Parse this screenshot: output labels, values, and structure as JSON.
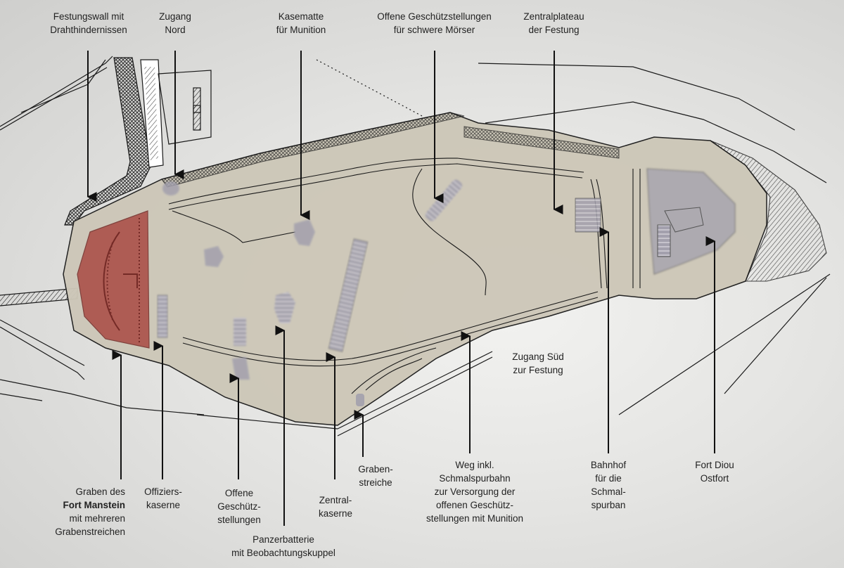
{
  "map": {
    "subject": "Festungsplan Fort Manstein / Fort Diou",
    "colors": {
      "background": "#e6e6e4",
      "plateau_fill": "#cdc7b8",
      "fort_manstein_ditch_highlight": "#a8453f",
      "structure_highlight": "#a3a0ad",
      "ink": "#1a1a1a"
    }
  },
  "labels_top": [
    {
      "id": "festungswall",
      "lines": [
        "Festungswall mit",
        "Drahthindernissen"
      ]
    },
    {
      "id": "zugang-nord",
      "lines": [
        "Zugang",
        "Nord"
      ]
    },
    {
      "id": "kasematte",
      "lines": [
        "Kasematte",
        "für Munition"
      ]
    },
    {
      "id": "geschuetzstellungen-moerser",
      "lines": [
        "Offene Geschützstellungen",
        "für schwere Mörser"
      ]
    },
    {
      "id": "zentralplateau",
      "lines": [
        "Zentralplateau",
        "der Festung"
      ]
    }
  ],
  "labels_middle": [
    {
      "id": "zugang-sued",
      "lines": [
        "Zugang Süd",
        "zur Festung"
      ]
    }
  ],
  "labels_bottom": [
    {
      "id": "graben-fort-manstein",
      "lines": [
        "Graben des",
        "Fort Manstein",
        "mit mehreren",
        "Grabenstreichen"
      ],
      "bold_line": 1
    },
    {
      "id": "offizierskaserne",
      "lines": [
        "Offiziers-",
        "kaserne"
      ]
    },
    {
      "id": "offene-geschuetzstellungen",
      "lines": [
        "Offene",
        "Geschütz-",
        "stellungen"
      ]
    },
    {
      "id": "panzerbatterie",
      "lines": [
        "Panzerbatterie",
        "mit Beobachtungskuppel"
      ]
    },
    {
      "id": "zentralkaserne",
      "lines": [
        "Zentral-",
        "kaserne"
      ]
    },
    {
      "id": "grabenstreiche",
      "lines": [
        "Graben-",
        "streiche"
      ]
    },
    {
      "id": "weg-schmalspurbahn",
      "lines": [
        "Weg inkl.",
        "Schmalspurbahn",
        "zur Versorgung der",
        "offenen Geschütz-",
        "stellungen mit Munition"
      ]
    },
    {
      "id": "bahnhof",
      "lines": [
        "Bahnhof",
        "für die",
        "Schmal-",
        "spurban"
      ]
    },
    {
      "id": "fort-diou",
      "lines": [
        "Fort Diou",
        "Ostfort"
      ]
    }
  ]
}
